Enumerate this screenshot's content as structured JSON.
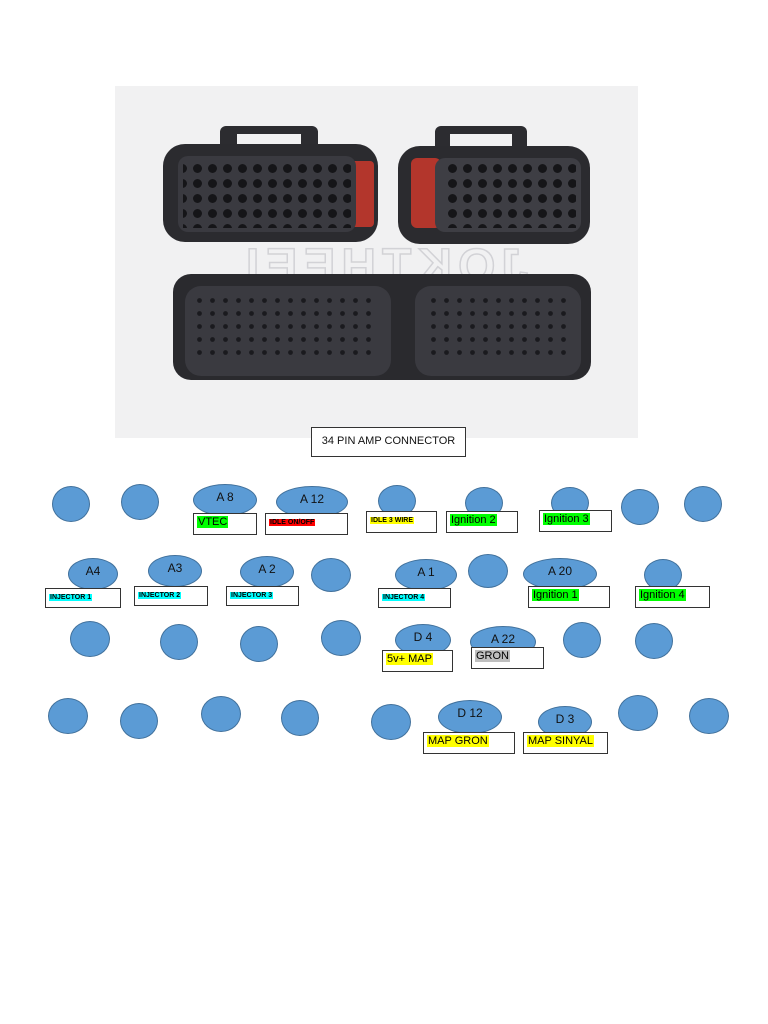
{
  "photo": {
    "watermark": "JOKTHEEL"
  },
  "title": "34 PIN AMP CONNECTOR",
  "colors": {
    "pin_fill": "#5b9bd5",
    "green": "#00ff00",
    "yellow": "#ffff00",
    "cyan": "#00ffff",
    "red": "#ff0000",
    "grey": "#bfbfbf"
  },
  "pins": {
    "a8": "A 8",
    "a12": "A 12",
    "a4": "A4",
    "a3": "A3",
    "a2": "A 2",
    "a1": "A 1",
    "a20": "A 20",
    "d4": "D 4",
    "a22": "A 22",
    "d12": "D 12",
    "d3": "D 3"
  },
  "labels": {
    "vtec": "VTEC",
    "idle_onoff": "IDLE ON/OFF",
    "idle_3wire": "IDLE  3 WIRE",
    "ign2": "Ignition 2",
    "ign3": "Ignition 3",
    "inj1": "INJECTOR 1",
    "inj2": "INJECTOR 2",
    "inj3": "INJECTOR 3",
    "inj4": "INJECTOR 4",
    "ign1": "Ignition 1",
    "ign4": "Ignition 4",
    "map5v": "5v+  MAP",
    "gron": "GRON",
    "map_gron": "MAP GRON",
    "map_sinyal": "MAP SINYAL"
  }
}
